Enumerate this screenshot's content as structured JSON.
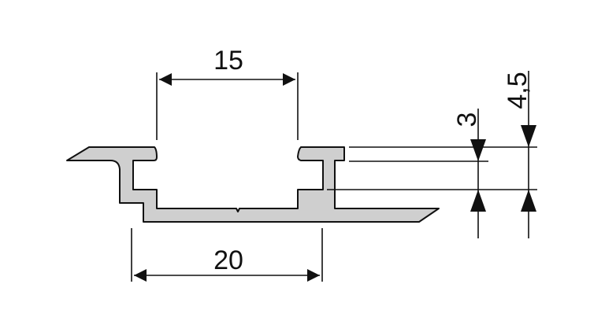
{
  "drawing": {
    "profile_fill": "#cfcfcf",
    "line_color": "#111111",
    "dimensions": {
      "opening_width": "15",
      "base_width": "20",
      "lip_thickness": "3",
      "total_height": "4,5"
    }
  }
}
